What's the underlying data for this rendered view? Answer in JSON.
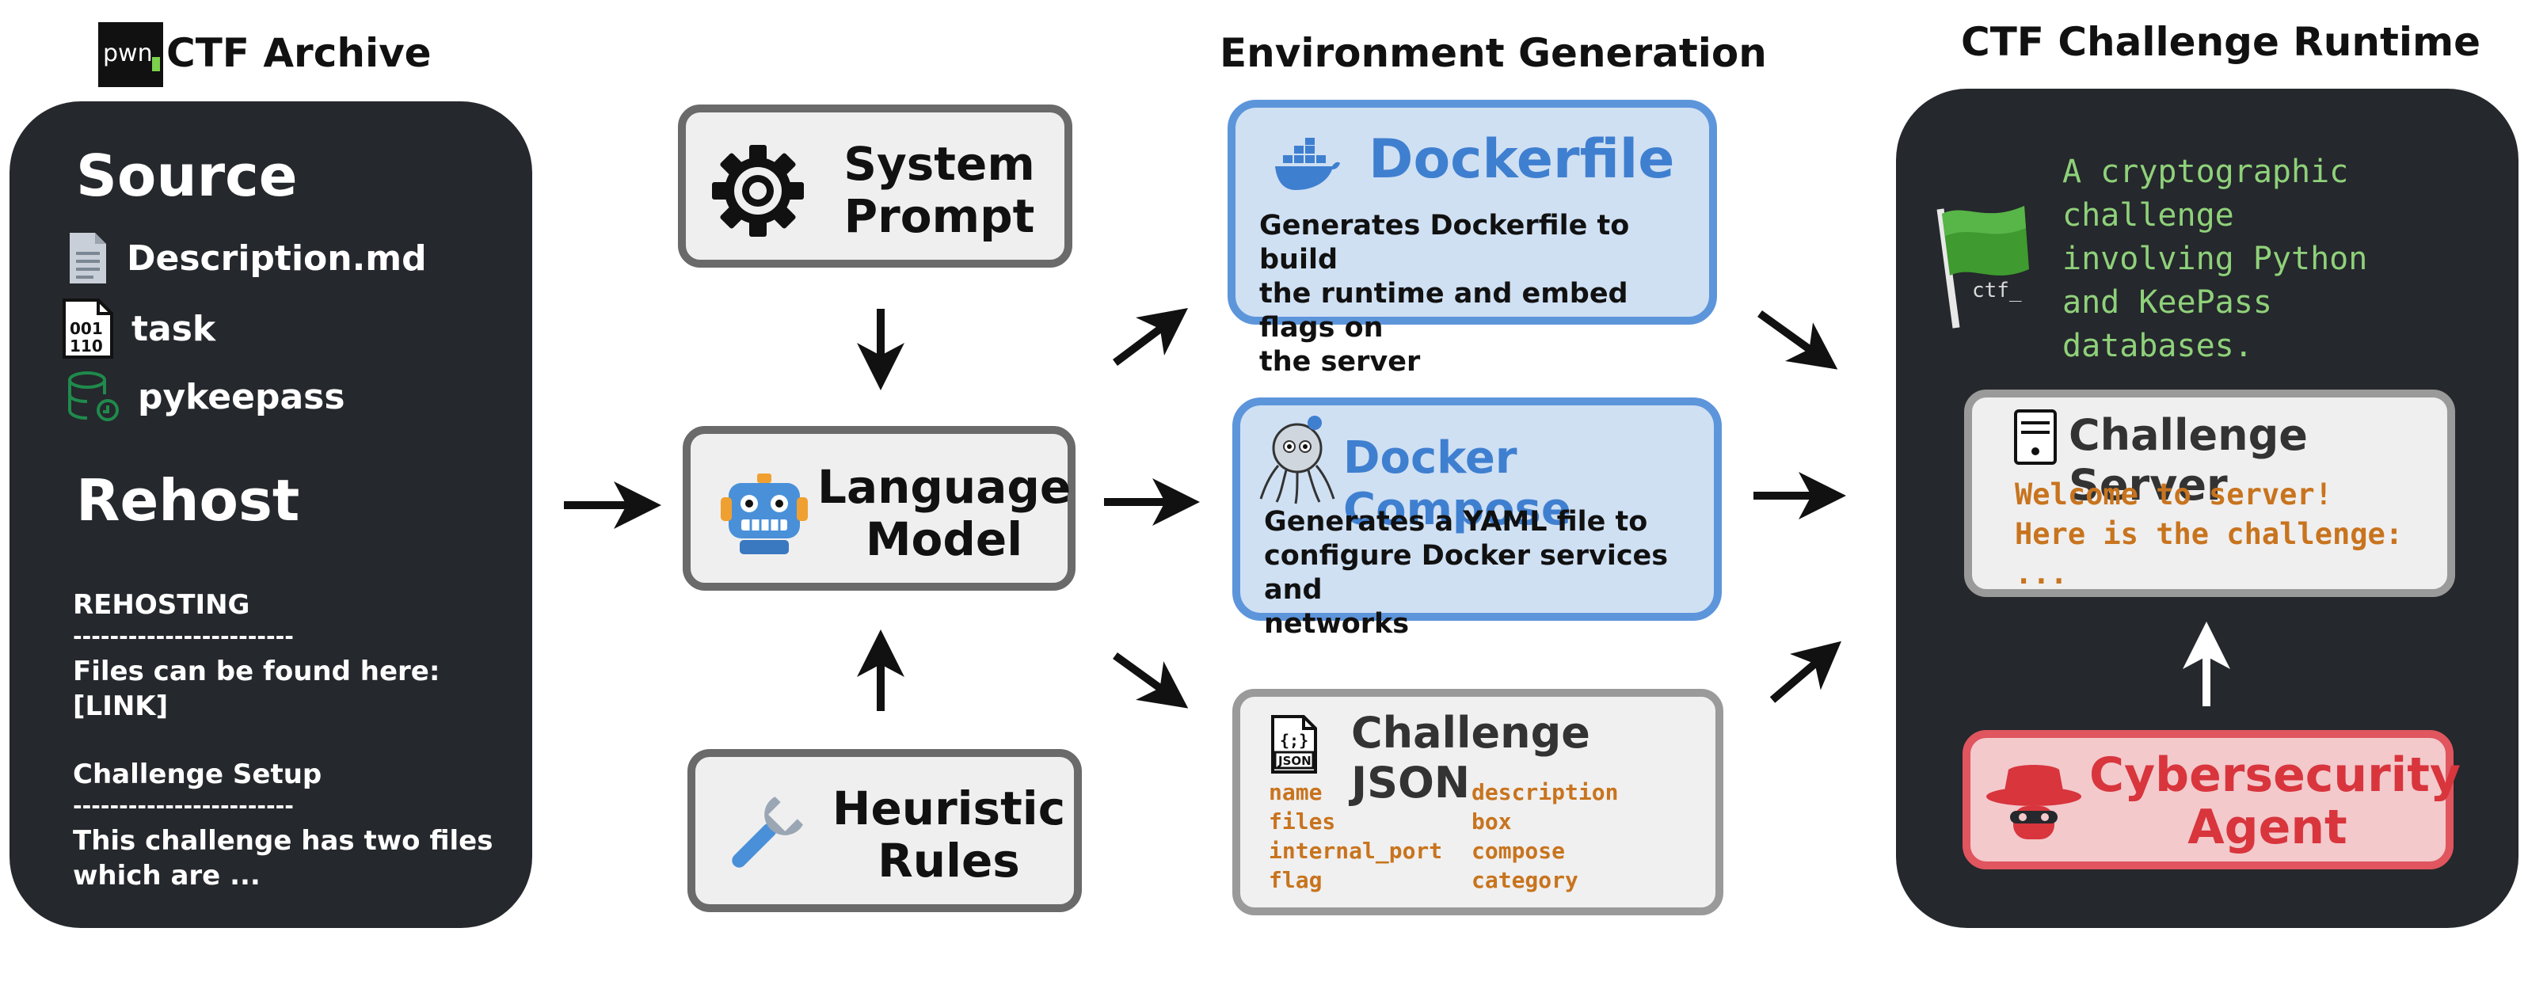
{
  "left_panel": {
    "logo_text": "pwn",
    "header": "CTF Archive",
    "source_title": "Source",
    "files": [
      {
        "name": "Description.md",
        "icon": "document-icon"
      },
      {
        "name": "task",
        "icon": "binary-file-icon"
      },
      {
        "name": "pykeepass",
        "icon": "database-icon"
      }
    ],
    "rehost_title": "Rehost",
    "rehost_lines": [
      "REHOSTING",
      "------------------------",
      "Files can be found here:",
      "[LINK]",
      "",
      "Challenge Setup",
      "------------------------",
      "This challenge has two files",
      "which are ..."
    ]
  },
  "middle": {
    "system_prompt": "System\nPrompt",
    "language_model": "Language\nModel",
    "heuristic_rules": "Heuristic\nRules"
  },
  "env_gen": {
    "header": "Environment Generation",
    "dockerfile": {
      "title": "Dockerfile",
      "desc": "Generates Dockerfile to build\nthe runtime and embed flags on\nthe server"
    },
    "compose": {
      "title": "Docker Compose",
      "desc": "Generates a YAML file to\nconfigure Docker services and\nnetworks"
    },
    "json": {
      "title": "Challenge JSON",
      "icon_text": "JSON",
      "fields_left": [
        "name",
        "files",
        "internal_port",
        "flag"
      ],
      "fields_right": [
        "description",
        "box",
        "compose",
        "category"
      ]
    }
  },
  "runtime": {
    "header": "CTF Challenge Runtime",
    "flag_text": "ctf_",
    "description": "A cryptographic\nchallenge\ninvolving Python\nand KeePass\ndatabases.",
    "server_title": "Challenge Server",
    "server_output": "Welcome to server!\nHere is the challenge:\n...",
    "agent": "Cybersecurity\nAgent"
  },
  "colors": {
    "dark_panel": "#25282c",
    "blue_fill": "#cfe0f3",
    "blue_border": "#5d95db",
    "blue_title": "#3f7fd0",
    "orange_mono": "#c8741e",
    "green_mono": "#8fd17a",
    "red_fill": "#f3c9cc",
    "red_border": "#e0555e",
    "red_text": "#d8353d"
  }
}
